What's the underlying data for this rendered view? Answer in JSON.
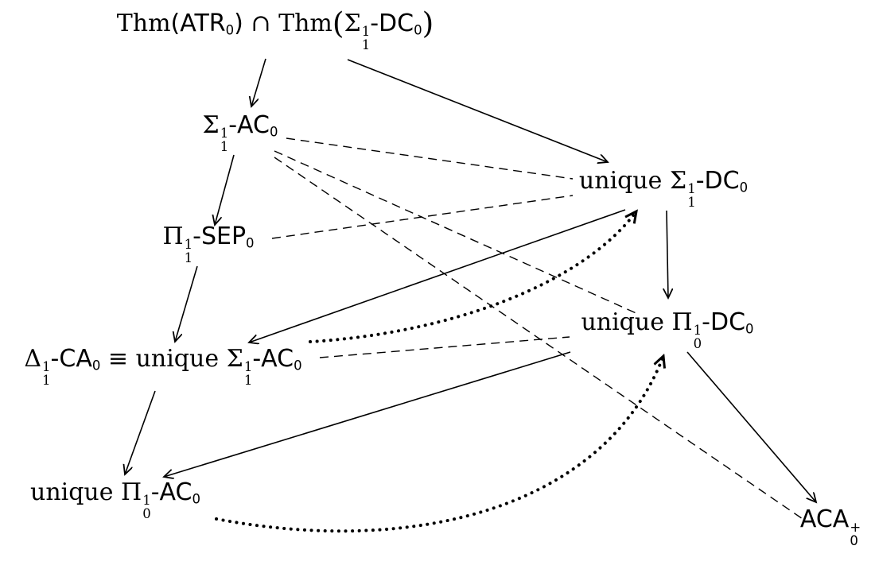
{
  "nodes": {
    "thm": {
      "thm1": "Thm",
      "op1": "(",
      "atr": "ATR",
      "atr_sub": "0",
      "cp1": ")",
      "cap": " ∩ ",
      "thm2": "Thm",
      "op2": "(",
      "sigma": "Σ",
      "sig_sup": "1",
      "sig_sub": "1",
      "dc": "-DC",
      "dc_sub": "0",
      "cp2": ")"
    },
    "sigma_ac": {
      "sym": "Σ",
      "sup": "1",
      "sub": "1",
      "rest": "-AC",
      "rest_sub": "0"
    },
    "pi_sep": {
      "sym": "Π",
      "sup": "1",
      "sub": "1",
      "rest": "-SEP",
      "rest_sub": "0"
    },
    "delta_ca": {
      "sym": "Δ",
      "sup": "1",
      "sub": "1",
      "rest": "-CA",
      "rest_sub": "0",
      "equiv": " ≡ ",
      "word": "unique ",
      "sym2": "Σ",
      "sup2": "1",
      "sub2": "1",
      "rest2": "-AC",
      "rest2_sub": "0"
    },
    "unique_pi_ac": {
      "word": "unique ",
      "sym": "Π",
      "sup": "1",
      "sub": "0",
      "rest": "-AC",
      "rest_sub": "0"
    },
    "unique_sigma_dc": {
      "word": "unique ",
      "sym": "Σ",
      "sup": "1",
      "sub": "1",
      "rest": "-DC",
      "rest_sub": "0"
    },
    "unique_pi_dc": {
      "word": "unique ",
      "sym": "Π",
      "sup": "1",
      "sub": "0",
      "rest": "-DC",
      "rest_sub": "0"
    },
    "aca": {
      "base": "ACA",
      "sup": "+",
      "sub": "0"
    }
  },
  "edges": {
    "solid_arrows": [
      [
        "thm",
        "sigma_ac"
      ],
      [
        "thm",
        "unique_sigma_dc"
      ],
      [
        "sigma_ac",
        "pi_sep"
      ],
      [
        "pi_sep",
        "delta_ca"
      ],
      [
        "delta_ca",
        "unique_pi_ac"
      ],
      [
        "unique_sigma_dc",
        "delta_ca"
      ],
      [
        "unique_sigma_dc",
        "unique_pi_dc"
      ],
      [
        "unique_pi_dc",
        "unique_pi_ac"
      ],
      [
        "unique_pi_dc",
        "aca"
      ]
    ],
    "dashed_lines": [
      [
        "sigma_ac",
        "unique_sigma_dc"
      ],
      [
        "sigma_ac",
        "unique_pi_dc"
      ],
      [
        "sigma_ac",
        "aca"
      ],
      [
        "pi_sep",
        "unique_sigma_dc"
      ],
      [
        "delta_ca",
        "unique_pi_dc"
      ]
    ],
    "dotted_arrows": [
      [
        "delta_ca",
        "unique_sigma_dc"
      ],
      [
        "unique_pi_ac",
        "unique_pi_dc"
      ]
    ]
  }
}
